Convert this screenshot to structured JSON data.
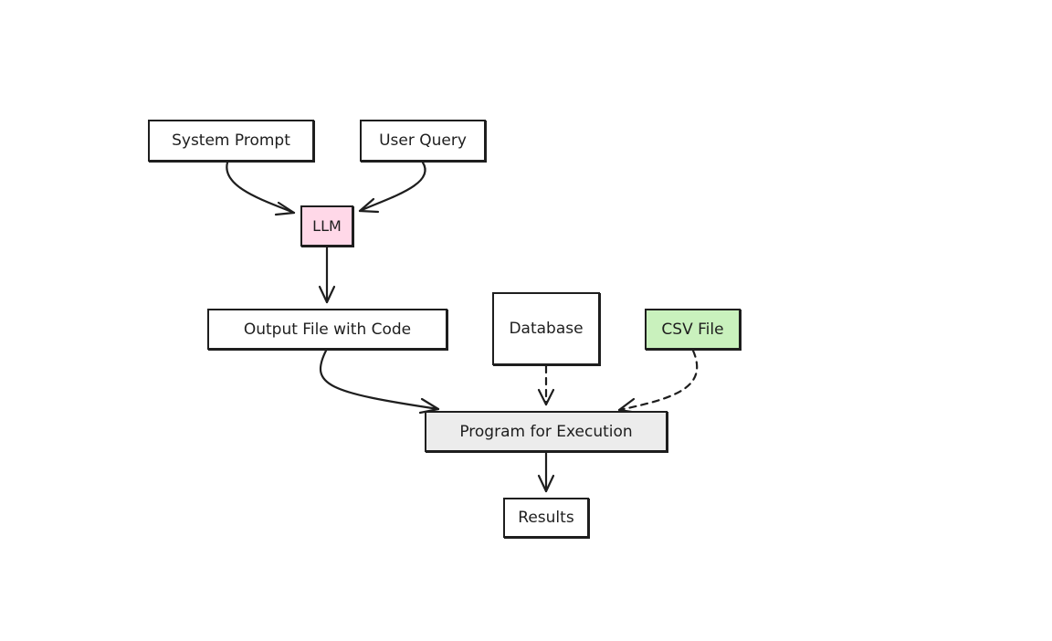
{
  "nodes": {
    "system_prompt": "System Prompt",
    "user_query": "User Query",
    "llm": "LLM",
    "output_file": "Output File with Code",
    "database": "Database",
    "csv_file": "CSV File",
    "program": "Program for Execution",
    "results": "Results"
  },
  "colors": {
    "stroke": "#1e1e1e",
    "llm_fill": "#ffd8e8",
    "csv_fill": "#c9f1bd",
    "program_fill": "#ececec",
    "default_fill": "#ffffff"
  },
  "edges": [
    {
      "from": "System Prompt",
      "to": "LLM",
      "style": "solid"
    },
    {
      "from": "User Query",
      "to": "LLM",
      "style": "solid"
    },
    {
      "from": "LLM",
      "to": "Output File with Code",
      "style": "solid"
    },
    {
      "from": "Output File with Code",
      "to": "Program for Execution",
      "style": "solid"
    },
    {
      "from": "Database",
      "to": "Program for Execution",
      "style": "dashed"
    },
    {
      "from": "CSV File",
      "to": "Program for Execution",
      "style": "dashed"
    },
    {
      "from": "Program for Execution",
      "to": "Results",
      "style": "solid"
    }
  ]
}
